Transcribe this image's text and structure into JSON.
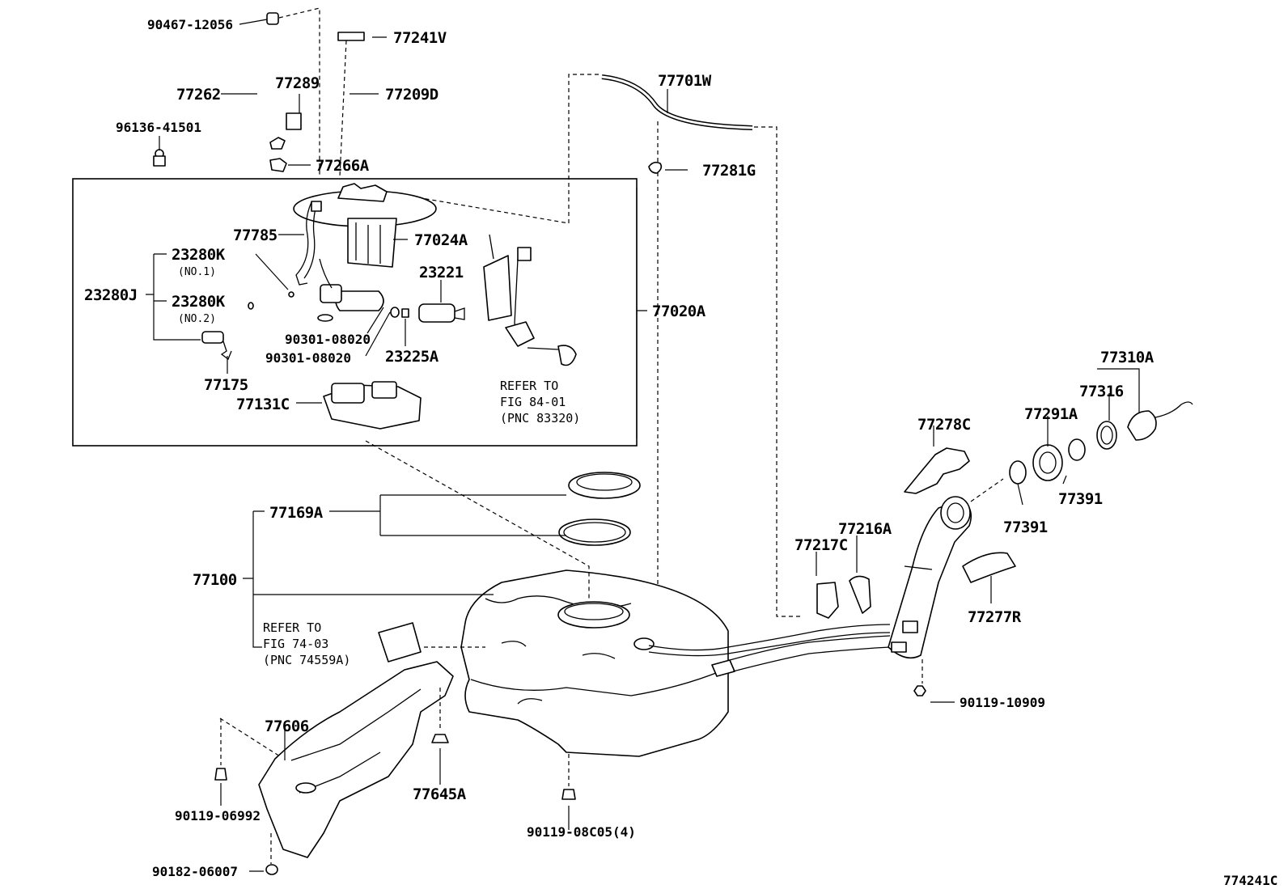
{
  "labels": {
    "p90467_12056": "90467-12056",
    "p77241v": "77241V",
    "p77262": "77262",
    "p77289": "77289",
    "p77209d": "77209D",
    "p96136_41501": "96136-41501",
    "p77266a": "77266A",
    "p77701w": "77701W",
    "p77281g": "77281G",
    "p77785": "77785",
    "p77024a": "77024A",
    "p23280k_1": "23280K",
    "no1": "(NO.1)",
    "p23280j": "23280J",
    "p23280k_2": "23280K",
    "no2": "(NO.2)",
    "p23221": "23221",
    "p77020a": "77020A",
    "p90301_08020_a": "90301-08020",
    "p90301_08020_b": "90301-08020",
    "p23225a": "23225A",
    "p77175": "77175",
    "p77131c": "77131C",
    "ref1_l1": "REFER TO",
    "ref1_l2": "FIG 84-01",
    "ref1_l3": "(PNC 83320)",
    "p77310a": "77310A",
    "p77316": "77316",
    "p77278c": "77278C",
    "p77291a": "77291A",
    "p77391_a": "77391",
    "p77391_b": "77391",
    "p77169a": "77169A",
    "p77216a": "77216A",
    "p77217c": "77217C",
    "p77100": "77100",
    "p77277r": "77277R",
    "ref2_l1": "REFER TO",
    "ref2_l2": "FIG 74-03",
    "ref2_l3": "(PNC 74559A)",
    "p90119_10909": "90119-10909",
    "p77606": "77606",
    "p77645a": "77645A",
    "p90119_06992": "90119-06992",
    "p90119_08c05": "90119-08C05(4)",
    "p90182_06007": "90182-06007",
    "fig_id": "774241C"
  },
  "icons": [
    "fuel-tank",
    "fuel-pump-assembly",
    "fuel-filler-pipe",
    "fuel-tank-cap",
    "heat-insulator",
    "vent-hose",
    "bolt",
    "clamp",
    "gasket",
    "retainer-ring"
  ]
}
